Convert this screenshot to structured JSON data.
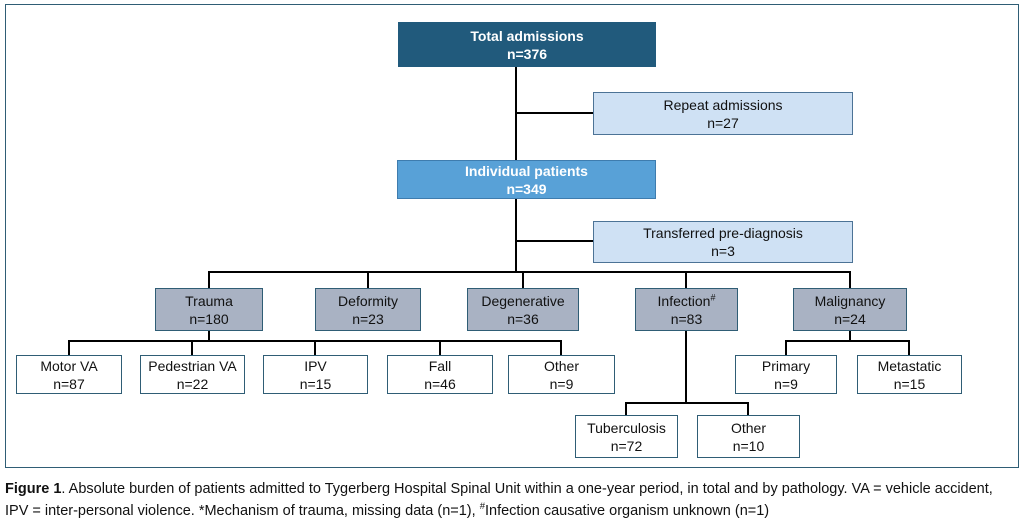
{
  "nodes": {
    "total_admissions": {
      "label": "Total admissions",
      "count": "n=376"
    },
    "repeat_admissions": {
      "label": "Repeat admissions",
      "count": "n=27"
    },
    "individual_patients": {
      "label": "Individual patients",
      "count": "n=349"
    },
    "transferred_pre_diagnosis": {
      "label": "Transferred pre-diagnosis",
      "count": "n=3"
    },
    "trauma": {
      "label": "Trauma",
      "count": "n=180"
    },
    "deformity": {
      "label": "Deformity",
      "count": "n=23"
    },
    "degenerative": {
      "label": "Degenerative",
      "count": "n=36"
    },
    "infection": {
      "label": "Infection",
      "sup": "#",
      "count": "n=83"
    },
    "malignancy": {
      "label": "Malignancy",
      "count": "n=24"
    },
    "motor_va": {
      "label": "Motor VA",
      "count": "n=87"
    },
    "pedestrian_va": {
      "label": "Pedestrian VA",
      "count": "n=22"
    },
    "ipv": {
      "label": "IPV",
      "count": "n=15"
    },
    "fall": {
      "label": "Fall",
      "count": "n=46"
    },
    "other_trauma": {
      "label": "Other",
      "count": "n=9"
    },
    "primary": {
      "label": "Primary",
      "count": "n=9"
    },
    "metastatic": {
      "label": "Metastatic",
      "count": "n=15"
    },
    "tuberculosis": {
      "label": "Tuberculosis",
      "count": "n=72"
    },
    "other_infection": {
      "label": "Other",
      "count": "n=10"
    }
  },
  "caption": {
    "figure_label": "Figure 1",
    "line1_rest": ". Absolute burden of patients admitted to Tygerberg Hospital Spinal Unit within a one-year period, in total and by pathology. VA = vehicle accident,",
    "line2_pre": "IPV = inter-personal violence. *Mechanism of trauma, missing data (n=1), ",
    "line2_sup": "#",
    "line2_post": "Infection causative organism unknown (n=1)"
  },
  "colors": {
    "dark_fill": "#215a7c",
    "medium_fill": "#58a1d7",
    "medium_border": "#3e7cae",
    "light_fill": "#cfe1f4",
    "light_border": "#4c7396",
    "category_fill": "#a9b2c3",
    "box_border": "#2f5d75",
    "line": "#000000",
    "frame_border": "#2f5d75"
  }
}
